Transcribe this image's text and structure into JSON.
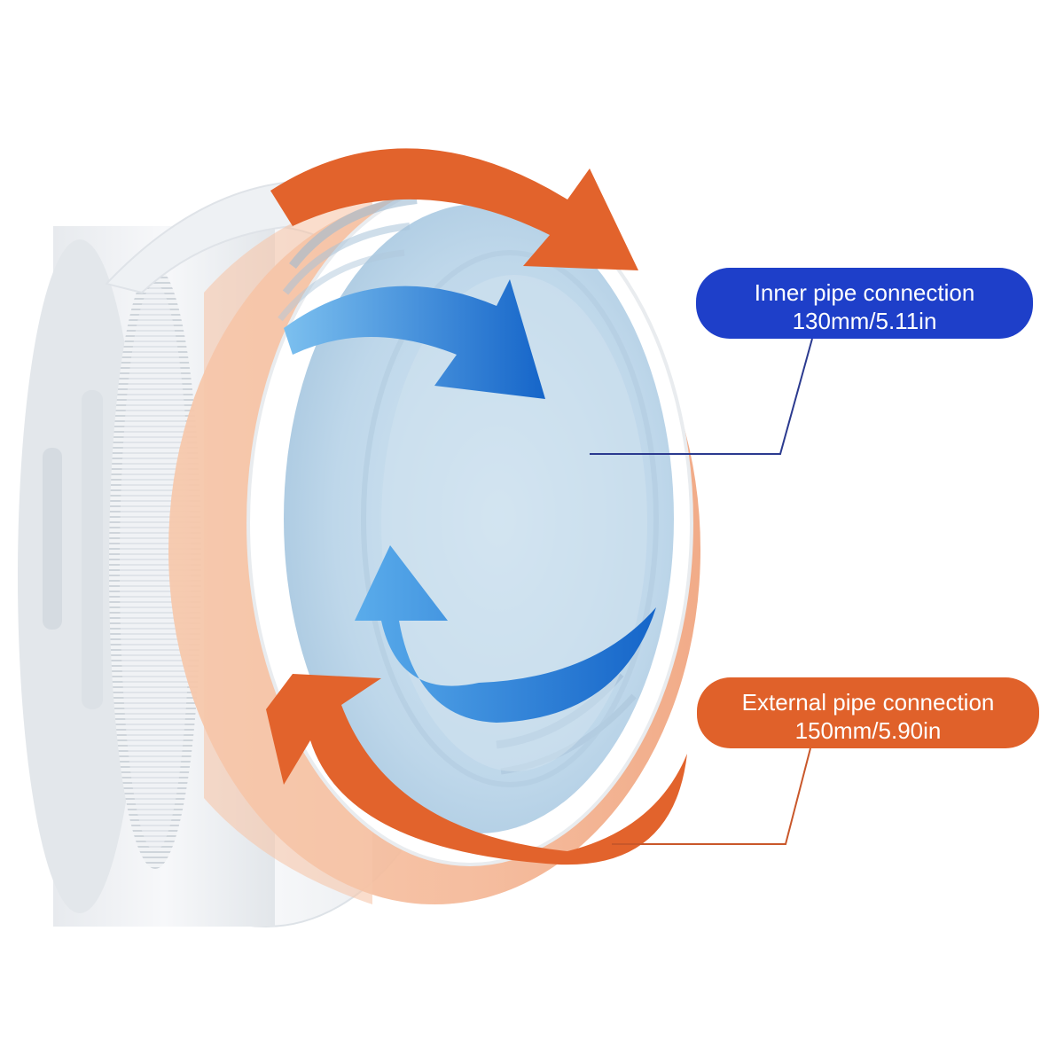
{
  "callouts": {
    "inner": {
      "line1": "Inner pipe connection",
      "line2": "130mm/5.11in",
      "color": "#1e3fc9"
    },
    "external": {
      "line1": "External pipe connection",
      "line2": "150mm/5.90in",
      "color": "#e0612a"
    }
  },
  "colors": {
    "orange_arrow": "#e2632c",
    "blue_arrow": "#1f7fd6",
    "inner_face": "#c6dcec",
    "outer_body": "#eef1f4",
    "orange_band": "#f2b08c"
  },
  "icons": {
    "top_arrow": "curved-arrow-orange-icon",
    "bottom_arrow": "curved-arrow-orange-icon",
    "inner_arrows": "curved-arrow-blue-icon"
  }
}
